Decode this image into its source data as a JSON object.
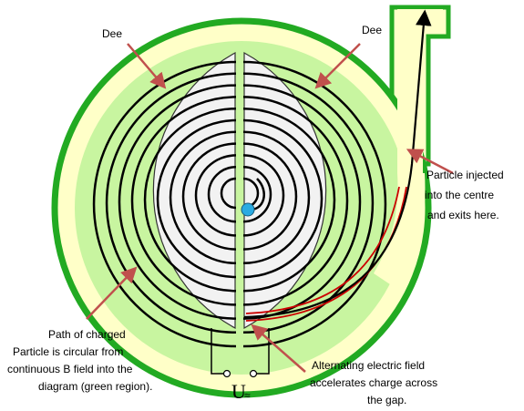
{
  "labels": {
    "dee_left": "Dee",
    "dee_right": "Dee",
    "injected": [
      "Particle injected",
      "into the centre",
      "and exits here."
    ],
    "path": [
      "Path of charged",
      "Particle is circular from",
      "continuous B field into the",
      "diagram (green region)."
    ],
    "alternating": [
      "Alternating electric field",
      "accelerates charge across",
      "the gap."
    ],
    "voltage": "U",
    "voltage_symbol": "≈"
  },
  "colors": {
    "outer_ring": "#22aa22",
    "yellow_band": "#ffffc8",
    "green_field": "#c8f5a0",
    "dee_fill": "#f2f2f2",
    "arrow": "#c0504d",
    "particle": "#29abe2",
    "beam_red": "#cc0000",
    "exit_arrow": "#000000"
  }
}
